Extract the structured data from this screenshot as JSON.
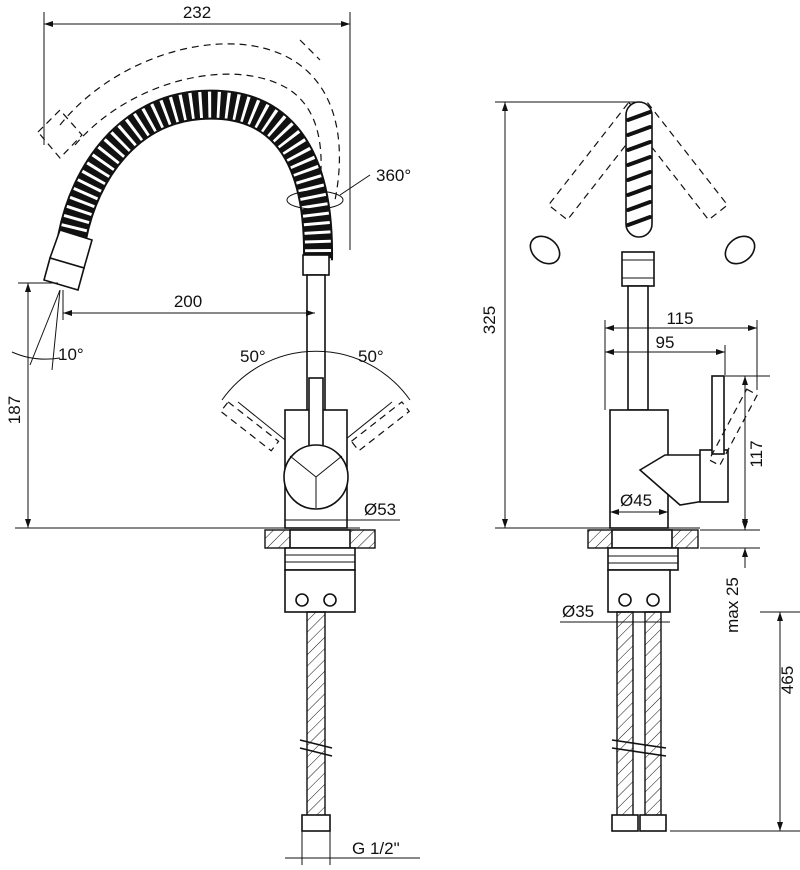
{
  "dimensions": {
    "top_width": "232",
    "swivel": "360°",
    "spout_reach": "200",
    "spout_angle": "10°",
    "lever_left_angle": "50°",
    "lever_right_angle": "50°",
    "left_height": "187",
    "base_diameter": "Ø53",
    "thread": "G 1/2\"",
    "total_height": "325",
    "side_reach_outer": "115",
    "side_reach_inner": "95",
    "lever_height": "117",
    "body_diameter": "Ø45",
    "nut_diameter": "Ø35",
    "max_thickness": "max 25",
    "hose_length": "465"
  }
}
